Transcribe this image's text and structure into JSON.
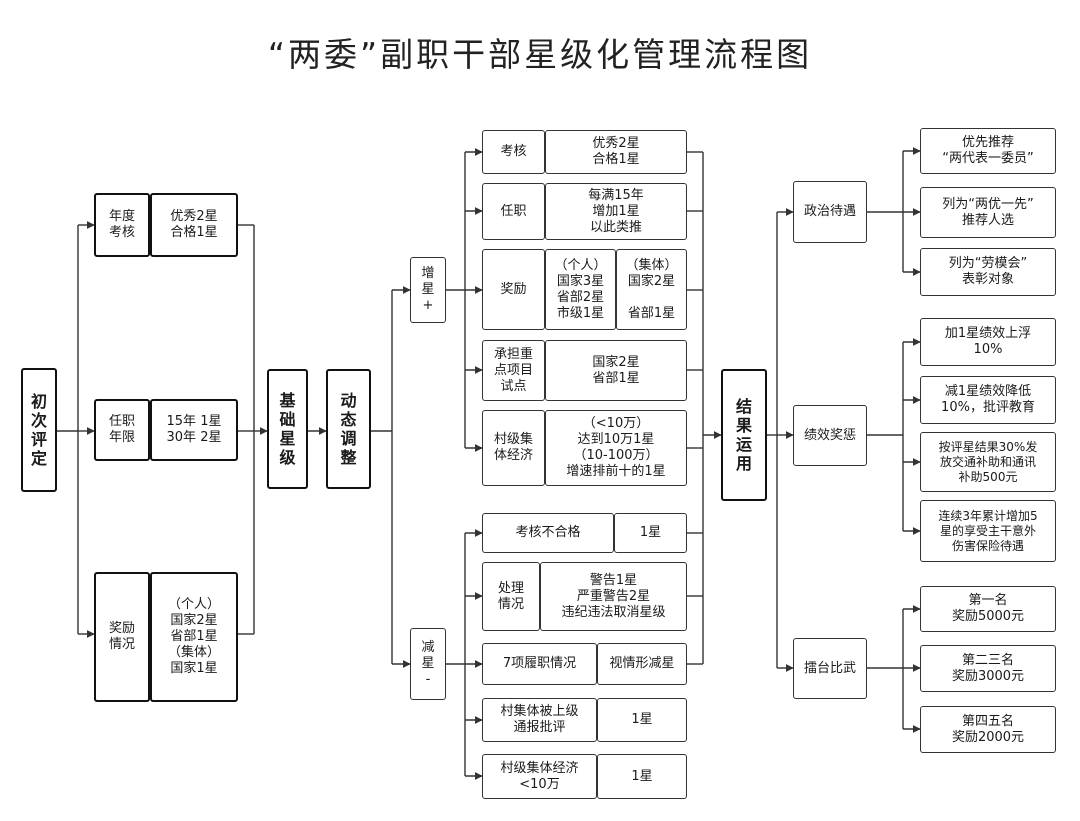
{
  "title": "“两委”副职干部星级化管理流程图",
  "initial": "初\n次\n评\n定",
  "base": "基\n础\n星\n级",
  "dynamic": "动\n态\n调\n整",
  "result": "结\n果\n运\n用",
  "stage1": [
    {
      "label": "年度\n考核",
      "value": "优秀2星\n合格1星"
    },
    {
      "label": "任职\n年限",
      "value": "15年  1星\n30年  2星"
    },
    {
      "label": "奖励\n情况",
      "value": "（个人）\n国家2星\n省部1星\n（集体）\n国家1星"
    }
  ],
  "increase": {
    "label": "增\n星\n+",
    "items": [
      {
        "label": "考核",
        "value": "优秀2星\n合格1星"
      },
      {
        "label": "任职",
        "value": "每满15年\n增加1星\n以此类推"
      },
      {
        "label": "奖励",
        "value_a": "（个人）\n国家3星\n省部2星\n市级1星",
        "value_b": "（集体）\n国家2星\n \n省部1星"
      },
      {
        "label": "承担重\n点项目\n试点",
        "value": "国家2星\n省部1星"
      },
      {
        "label": "村级集\n体经济",
        "value": "（<10万）\n达到10万1星\n（10-100万）\n增速排前十的1星"
      }
    ]
  },
  "decrease": {
    "label": "减\n星\n-",
    "items": [
      {
        "label": "考核不合格",
        "value": "1星"
      },
      {
        "label": "处理\n情况",
        "value": "警告1星\n严重警告2星\n违纪违法取消星级"
      },
      {
        "label": "7项履职情况",
        "value": "视情形减星"
      },
      {
        "label": "村集体被上级\n通报批评",
        "value": "1星"
      },
      {
        "label": "村级集体经济\n<10万",
        "value": "1星"
      }
    ]
  },
  "outcomes": [
    {
      "label": "政治待遇",
      "items": [
        "优先推荐\n“两代表一委员”",
        "列为“两优一先”\n推荐人选",
        "列为“劳模会”\n表彰对象"
      ]
    },
    {
      "label": "绩效奖惩",
      "items": [
        "加1星绩效上浮\n10%",
        "减1星绩效降低\n10%，批评教育",
        "按评星结果30%发\n放交通补助和通讯\n补助500元",
        "连续3年累计增加5\n星的享受主干意外\n伤害保险待遇"
      ]
    },
    {
      "label": "擂台比武",
      "items": [
        "第一名\n奖励5000元",
        "第二三名\n奖励3000元",
        "第四五名\n奖励2000元"
      ]
    }
  ]
}
